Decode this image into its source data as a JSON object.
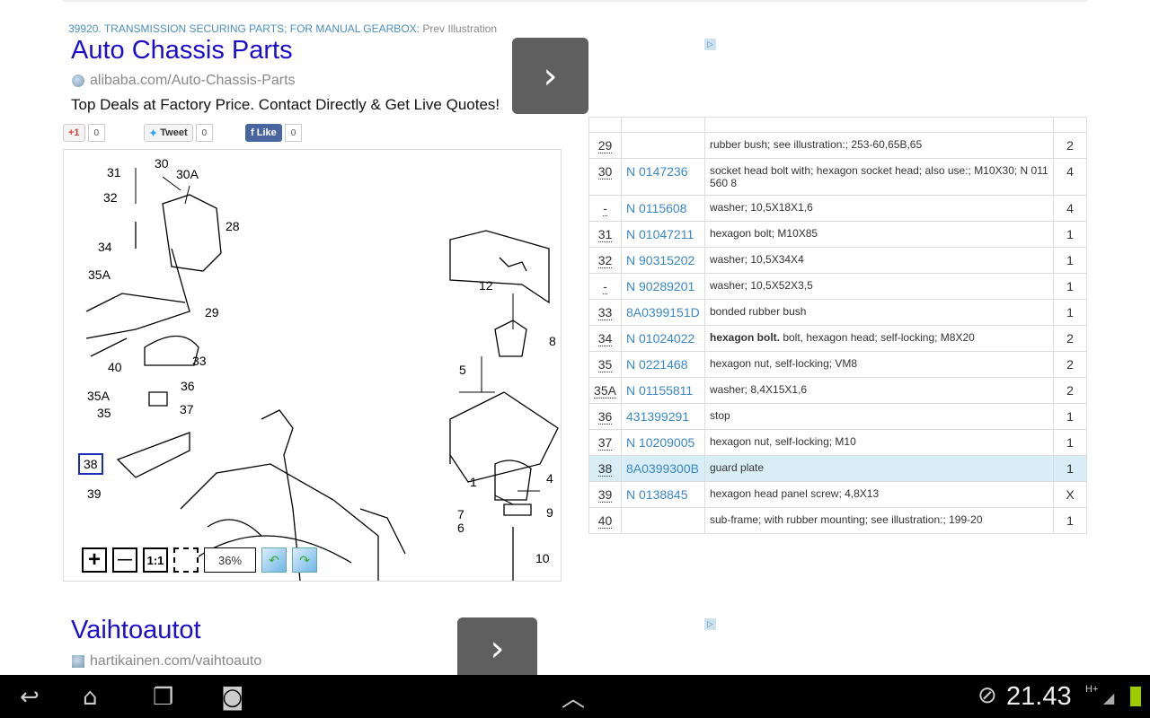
{
  "breadcrumb": {
    "section": "39920. TRANSMISSION SECURING PARTS; FOR MANUAL GEARBOX:",
    "prev": "Prev Illustration"
  },
  "ad1": {
    "title": "Auto Chassis Parts",
    "url": "alibaba.com/Auto-Chassis-Parts",
    "desc": "Top Deals at Factory Price. Contact Directly & Get Live Quotes!"
  },
  "ad2": {
    "title": "Vaihtoautot",
    "url": "hartikainen.com/vaihtoauto"
  },
  "social": {
    "gplus": "+1",
    "gplus_count": "0",
    "tweet": "Tweet",
    "tweet_count": "0",
    "like": "Like",
    "like_count": "0"
  },
  "diagram": {
    "labels": [
      "31",
      "30",
      "30A",
      "32",
      "28",
      "34",
      "35A",
      "29",
      "40",
      "33",
      "35A",
      "36",
      "35",
      "37",
      "38",
      "39",
      "12",
      "8",
      "5",
      "4",
      "1",
      "7",
      "6",
      "9",
      "10"
    ],
    "zoom": {
      "in": "+",
      "out": "—",
      "reset": "1:1",
      "level": "36%"
    }
  },
  "parts": [
    {
      "pos": "29",
      "number": "",
      "desc": "rubber bush; see illustration:; 253-60,65B,65",
      "qty": "2"
    },
    {
      "pos": "30",
      "number": "N 0147236",
      "desc": "socket head bolt with; hexagon socket head; also use:; M10X30; N 011 560 8",
      "qty": "4"
    },
    {
      "pos": "-",
      "number": "N 0115608",
      "desc": "washer; 10,5X18X1,6",
      "qty": "4"
    },
    {
      "pos": "31",
      "number": "N 01047211",
      "desc": "hexagon bolt; M10X85",
      "qty": "1"
    },
    {
      "pos": "32",
      "number": "N 90315202",
      "desc": "washer; 10,5X34X4",
      "qty": "1"
    },
    {
      "pos": "-",
      "number": "N 90289201",
      "desc": "washer; 10,5X52X3,5",
      "qty": "1"
    },
    {
      "pos": "33",
      "number": "8A0399151D",
      "desc": "bonded rubber bush",
      "qty": "1"
    },
    {
      "pos": "34",
      "number": "N 01024022",
      "desc_bold": "hexagon bolt.",
      "desc": " bolt, hexagon head; self-locking; M8X20",
      "qty": "2"
    },
    {
      "pos": "35",
      "number": "N 0221468",
      "desc": "hexagon nut, self-locking; VM8",
      "qty": "2"
    },
    {
      "pos": "35A",
      "number": "N 01155811",
      "desc": "washer; 8,4X15X1,6",
      "qty": "2"
    },
    {
      "pos": "36",
      "number": "431399291",
      "desc": "stop",
      "qty": "1"
    },
    {
      "pos": "37",
      "number": "N 10209005",
      "desc": "hexagon nut, self-locking; M10",
      "qty": "1"
    },
    {
      "pos": "38",
      "number": "8A0399300B",
      "desc": "guard plate",
      "qty": "1",
      "highlight": true
    },
    {
      "pos": "39",
      "number": "N 0138845",
      "desc": "hexagon head panel screw; 4,8X13",
      "qty": "X"
    },
    {
      "pos": "40",
      "number": "",
      "desc": "sub-frame; with rubber mounting; see illustration:; 199-20",
      "qty": "1"
    }
  ],
  "status": {
    "time": "21.43",
    "network": "H+"
  }
}
